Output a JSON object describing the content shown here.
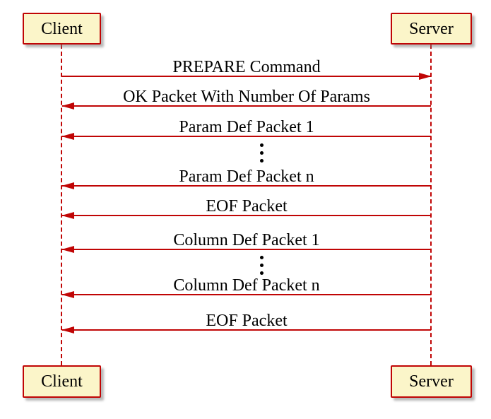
{
  "diagram": {
    "kind": "uml-sequence",
    "participants": [
      {
        "id": "client",
        "name": "Client"
      },
      {
        "id": "server",
        "name": "Server"
      }
    ],
    "sequence": [
      {
        "type": "message",
        "from": "Client",
        "to": "Server",
        "direction": "right",
        "label": "PREPARE Command"
      },
      {
        "type": "message",
        "from": "Server",
        "to": "Client",
        "direction": "left",
        "label": "OK Packet With Number Of Params"
      },
      {
        "type": "message",
        "from": "Server",
        "to": "Client",
        "direction": "left",
        "label": "Param Def Packet 1"
      },
      {
        "type": "ellipsis",
        "meaning": "repeated param def packets"
      },
      {
        "type": "message",
        "from": "Server",
        "to": "Client",
        "direction": "left",
        "label": "Param Def Packet n"
      },
      {
        "type": "message",
        "from": "Server",
        "to": "Client",
        "direction": "left",
        "label": "EOF Packet"
      },
      {
        "type": "message",
        "from": "Server",
        "to": "Client",
        "direction": "left",
        "label": "Column Def Packet 1"
      },
      {
        "type": "ellipsis",
        "meaning": "repeated column def packets"
      },
      {
        "type": "message",
        "from": "Server",
        "to": "Client",
        "direction": "left",
        "label": "Column Def Packet n"
      },
      {
        "type": "message",
        "from": "Server",
        "to": "Client",
        "direction": "left",
        "label": "EOF Packet"
      }
    ]
  },
  "colors": {
    "accent_red": "#C00505",
    "participant_fill": "#FBF5C9",
    "text": "#000000",
    "background": "#FFFFFF"
  }
}
